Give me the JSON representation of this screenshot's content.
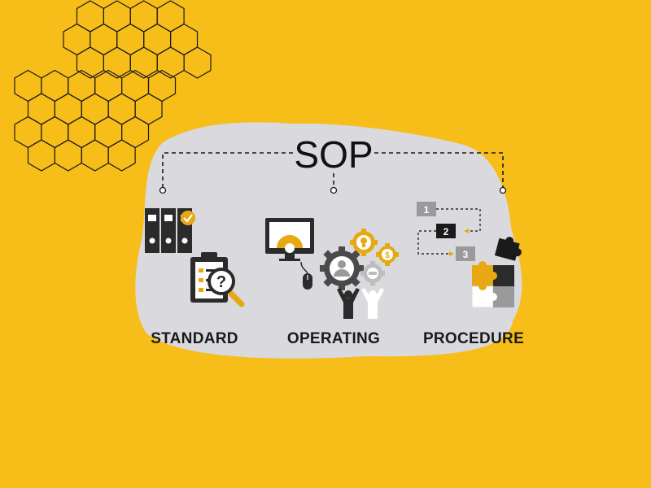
{
  "diagram": {
    "title": "SOP",
    "columns": [
      {
        "label": "STANDARD"
      },
      {
        "label": "OPERATING"
      },
      {
        "label": "PROCEDURE"
      }
    ],
    "procedure_steps": [
      "1",
      "2",
      "3"
    ]
  },
  "colors": {
    "background": "#F7BD18",
    "panel": "#D9D9DE",
    "dark": "#2B2B2B",
    "accent": "#E8A812",
    "grey": "#9A9A9A",
    "hex_stroke": "#1a1a1a"
  },
  "icons": {
    "standard": [
      "binders-icon",
      "checkmark-badge-icon",
      "clipboard-icon",
      "magnifier-question-icon"
    ],
    "operating": [
      "monitor-gear-icon",
      "mouse-icon",
      "gear-user-icon",
      "gear-lightbulb-icon",
      "gear-dollar-icon",
      "gear-handshake-icon",
      "people-raising-hands-icon"
    ],
    "procedure": [
      "step-boxes-icon",
      "puzzle-pieces-icon"
    ]
  }
}
